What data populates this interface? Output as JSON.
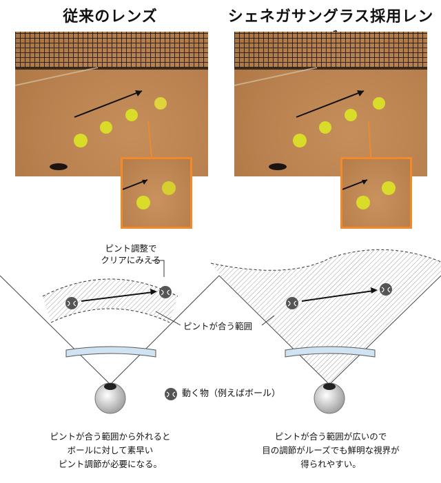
{
  "titles": {
    "left": "従来のレンズ",
    "right": "シェネガサングラス採用レンズ"
  },
  "labels": {
    "focus_adjust_line1": "ピント調整で",
    "focus_adjust_line2": "クリアにみえる",
    "focus_range": "ピントが合う範囲",
    "legend": "動く物（例えばボール）"
  },
  "captions": {
    "left": [
      "ピントが合う範囲から外れると",
      "ボールに対して素早い",
      "ピント調節が必要になる。"
    ],
    "right": [
      "ピントが合う範囲が広いので",
      "目の調節がルーズでも鮮明な視界が",
      "得られやすい。"
    ]
  },
  "icons": {
    "ball": "tennis-ball-icon",
    "arrow": "motion-arrow-icon",
    "eye": "eyeball-icon",
    "lens": "lens-icon"
  },
  "colors": {
    "accent_orange": "#f08a2a",
    "ball_yellow": "#e8e43a",
    "court_clay": "#b8814f",
    "lens_blue": "#cfe3f3"
  }
}
